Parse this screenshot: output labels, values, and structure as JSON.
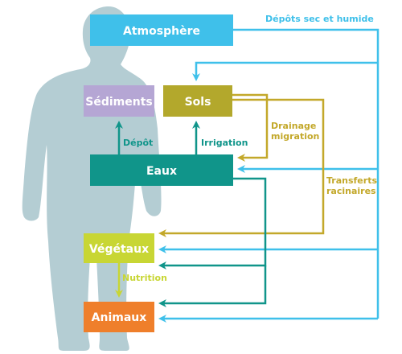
{
  "boxes": {
    "atmosphere": "Atmosphère",
    "sediments": "Sédiments",
    "sols": "Sols",
    "eaux": "Eaux",
    "vegetaux": "Végétaux",
    "animaux": "Animaux"
  },
  "labels": {
    "depots_sec_humide": "Dépôts sec et humide",
    "depot": "Dépôt",
    "irrigation": "Irrigation",
    "drainage": "Drainage",
    "migration": "migration",
    "transferts": "Transferts",
    "racinaires": "racinaires",
    "nutrition": "Nutrition"
  },
  "colors": {
    "atmosphere": "#3fc0ea",
    "sediments": "#b5a6d4",
    "sols": "#b3a82c",
    "eaux": "#10958a",
    "vegetaux": "#c8d634",
    "animaux": "#ef7f2b",
    "silhouette": "#b4cdd3"
  }
}
